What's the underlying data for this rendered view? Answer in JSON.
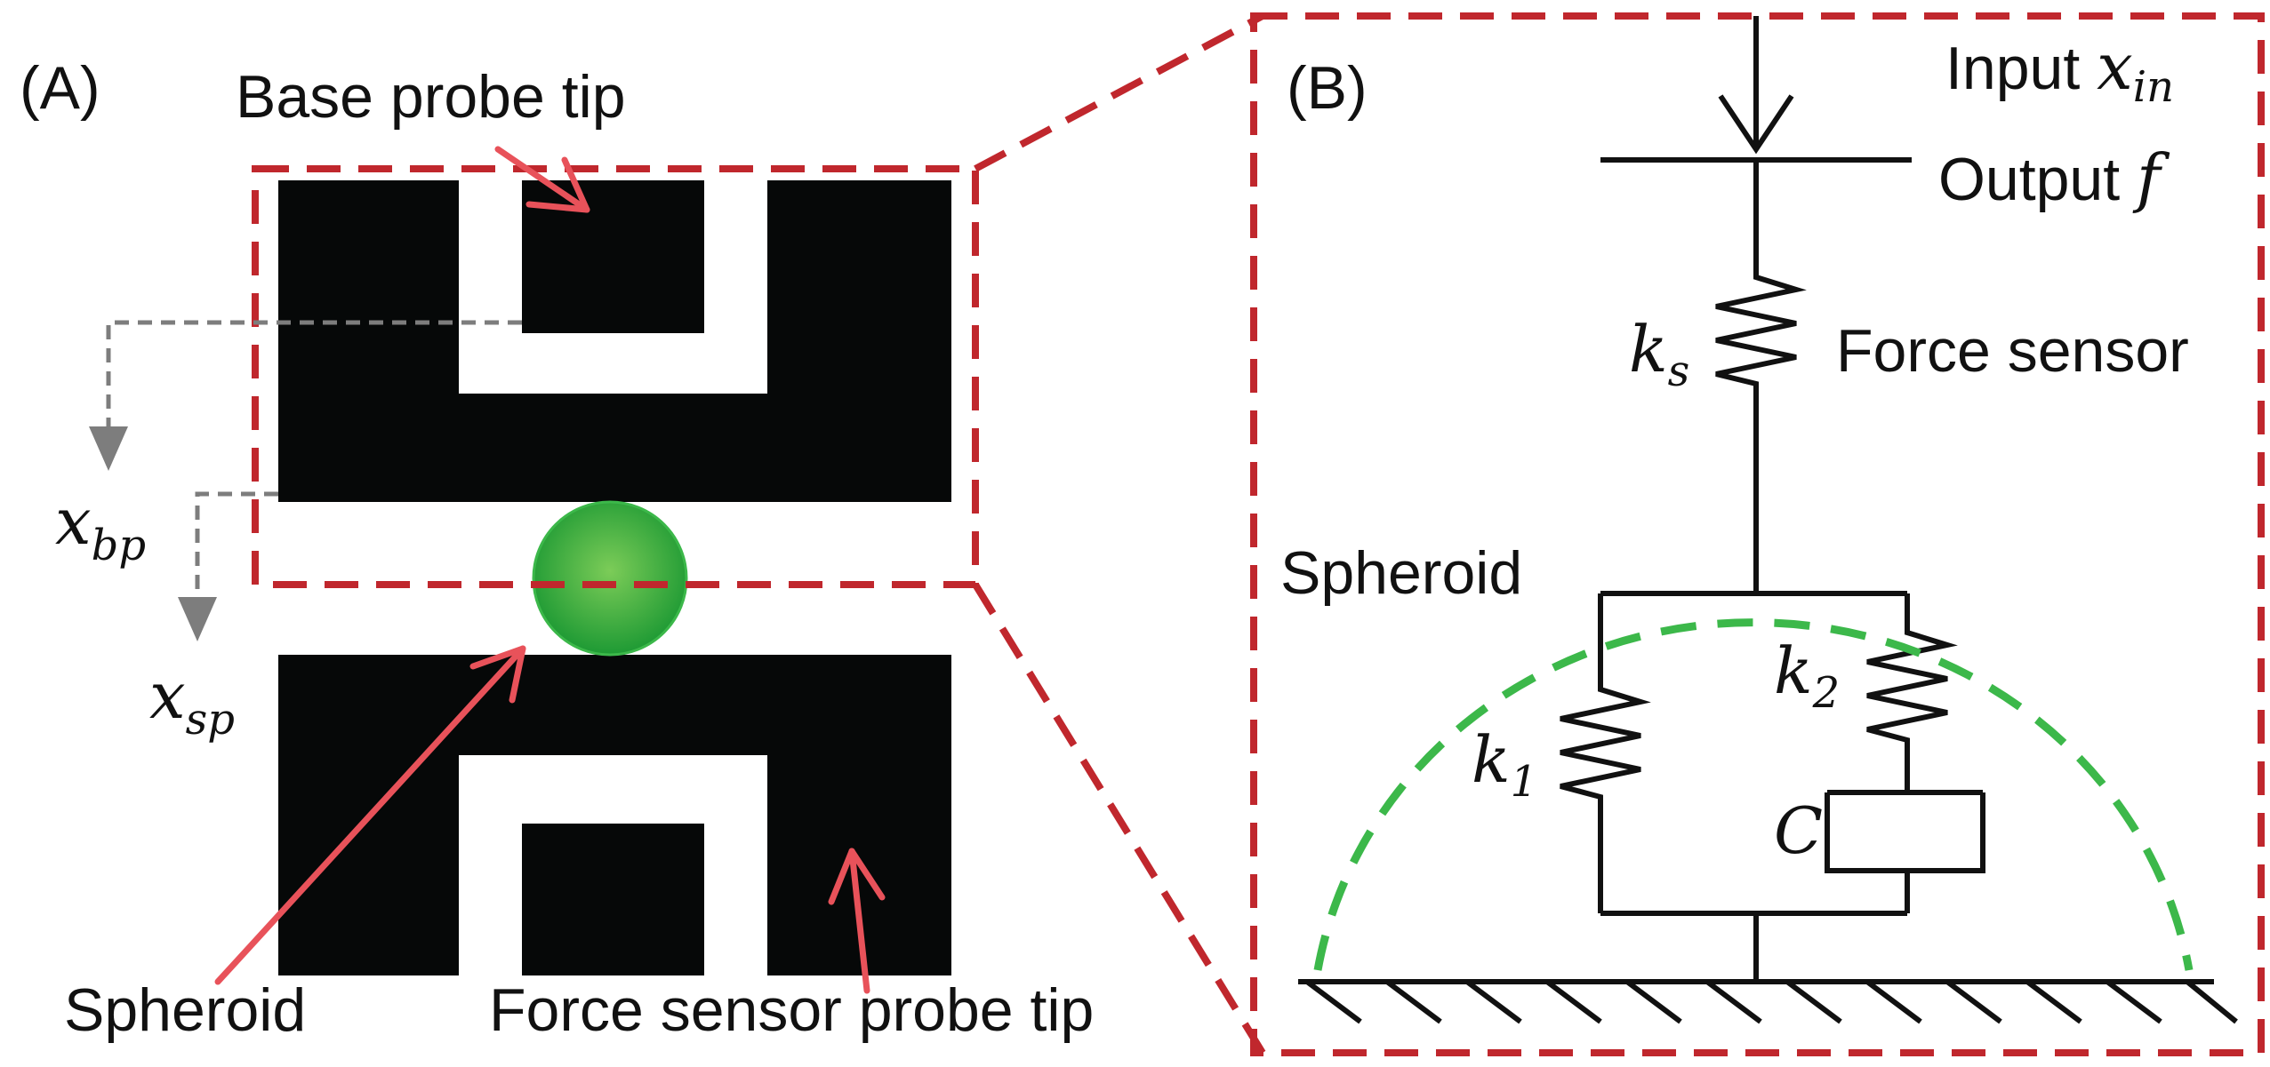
{
  "panel_a": {
    "label": "(A)",
    "base_probe_tip": "Base probe tip",
    "x_bp": {
      "symbol": "x",
      "subscript": "bp"
    },
    "x_sp": {
      "symbol": "x",
      "subscript": "sp"
    },
    "spheroid": "Spheroid",
    "force_sensor_probe_tip": "Force sensor probe tip"
  },
  "panel_b": {
    "label": "(B)",
    "input": {
      "text": "Input ",
      "symbol": "x",
      "subscript": "in"
    },
    "output": {
      "text": "Output ",
      "symbol": "f"
    },
    "k_s": {
      "symbol": "k",
      "subscript": "s"
    },
    "force_sensor": "Force sensor",
    "spheroid": "Spheroid",
    "k_1": {
      "symbol": "k",
      "subscript": "1"
    },
    "k_2": {
      "symbol": "k",
      "subscript": "2"
    },
    "damper": "C"
  },
  "colors": {
    "frame_dash": "#c0272d",
    "pointer_arrow": "#e8525a",
    "probe_fill": "#060808",
    "displacement_arrow": "#7d7d7d",
    "spheroid_fill": "#2fa83a",
    "spheroid_outline": "#3cb84a"
  }
}
